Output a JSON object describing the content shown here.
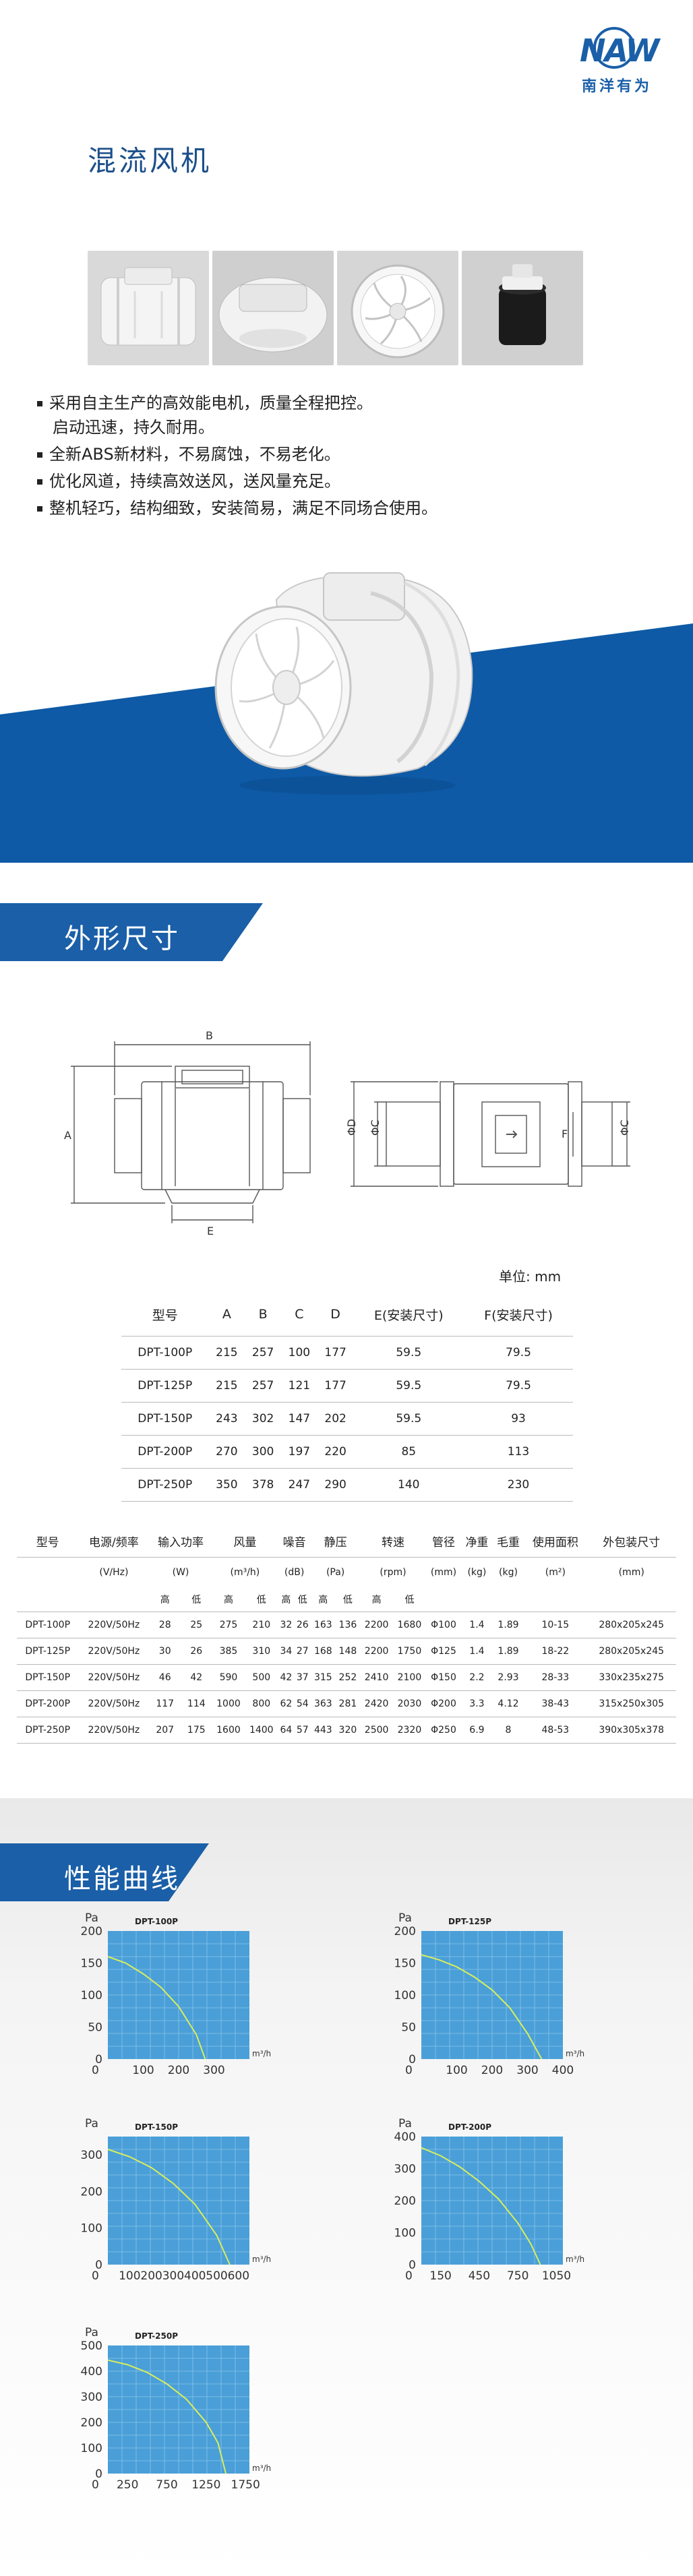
{
  "brand": {
    "logo_text": "NAW",
    "name": "南洋有为",
    "color": "#1a5fa8"
  },
  "title": "混流风机",
  "photos": [
    "fan-side-view",
    "fan-top-view",
    "fan-impeller-view",
    "fan-motor-view"
  ],
  "features": [
    "采用自主生产的高效能电机，质量全程把控。",
    "启动迅速，持久耐用。",
    "全新ABS新材料，不易腐蚀，不易老化。",
    "优化风道，持续高效送风，送风量充足。",
    "整机轻巧，结构细致，安装简易，满足不同场合使用。"
  ],
  "dimensions": {
    "section_title": "外形尺寸",
    "labels": {
      "A": "A",
      "B": "B",
      "C": "ΦC",
      "D": "ΦD",
      "E": "E",
      "F": "F"
    },
    "unit": "单位: mm",
    "headers": [
      "型号",
      "A",
      "B",
      "C",
      "D",
      "E(安装尺寸)",
      "F(安装尺寸)"
    ],
    "rows": [
      [
        "DPT-100P",
        "215",
        "257",
        "100",
        "177",
        "59.5",
        "79.5"
      ],
      [
        "DPT-125P",
        "215",
        "257",
        "121",
        "177",
        "59.5",
        "79.5"
      ],
      [
        "DPT-150P",
        "243",
        "302",
        "147",
        "202",
        "59.5",
        "93"
      ],
      [
        "DPT-200P",
        "270",
        "300",
        "197",
        "220",
        "85",
        "113"
      ],
      [
        "DPT-250P",
        "350",
        "378",
        "247",
        "290",
        "140",
        "230"
      ]
    ]
  },
  "specs": {
    "headers": [
      "型号",
      "电源/频率",
      "输入功率",
      "风量",
      "噪音",
      "静压",
      "转速",
      "管径",
      "净重",
      "毛重",
      "使用面积",
      "外包装尺寸"
    ],
    "units": [
      "",
      "(V/Hz)",
      "(W)",
      "(m³/h)",
      "(dB)",
      "(Pa)",
      "(rpm)",
      "(mm)",
      "(kg)",
      "(kg)",
      "(m²)",
      "(mm)"
    ],
    "sub": {
      "high": "高",
      "low": "低"
    },
    "rows": [
      [
        "DPT-100P",
        "220V/50Hz",
        "28",
        "25",
        "275",
        "210",
        "32",
        "26",
        "163",
        "136",
        "2200",
        "1680",
        "Φ100",
        "1.4",
        "1.89",
        "10-15",
        "280x205x245"
      ],
      [
        "DPT-125P",
        "220V/50Hz",
        "30",
        "26",
        "385",
        "310",
        "34",
        "27",
        "168",
        "148",
        "2200",
        "1750",
        "Φ125",
        "1.4",
        "1.89",
        "18-22",
        "280x205x245"
      ],
      [
        "DPT-150P",
        "220V/50Hz",
        "46",
        "42",
        "590",
        "500",
        "42",
        "37",
        "315",
        "252",
        "2410",
        "2100",
        "Φ150",
        "2.2",
        "2.93",
        "28-33",
        "330x235x275"
      ],
      [
        "DPT-200P",
        "220V/50Hz",
        "117",
        "114",
        "1000",
        "800",
        "62",
        "54",
        "363",
        "281",
        "2420",
        "2030",
        "Φ200",
        "3.3",
        "4.12",
        "38-43",
        "315x250x305"
      ],
      [
        "DPT-250P",
        "220V/50Hz",
        "207",
        "175",
        "1600",
        "1400",
        "64",
        "57",
        "443",
        "320",
        "2500",
        "2320",
        "Φ250",
        "6.9",
        "8",
        "48-53",
        "390x305x378"
      ]
    ]
  },
  "performance": {
    "section_title": "性能曲线"
  },
  "chart_data": [
    {
      "type": "line",
      "title": "DPT-100P",
      "ylabel": "Pa",
      "xlabel": "m³/h",
      "xlim": [
        0,
        400
      ],
      "ylim": [
        0,
        200
      ],
      "xticks": [
        0,
        100,
        200,
        300
      ],
      "yticks": [
        0,
        50,
        100,
        150,
        200
      ],
      "series": [
        {
          "x": [
            0,
            50,
            100,
            150,
            200,
            250,
            275
          ],
          "y": [
            160,
            150,
            133,
            112,
            82,
            38,
            0
          ]
        }
      ]
    },
    {
      "type": "line",
      "title": "DPT-125P",
      "ylabel": "Pa",
      "xlabel": "m³/h",
      "xlim": [
        0,
        400
      ],
      "ylim": [
        0,
        200
      ],
      "xticks": [
        0,
        100,
        200,
        300,
        400
      ],
      "yticks": [
        0,
        50,
        100,
        150,
        200
      ],
      "series": [
        {
          "x": [
            0,
            50,
            100,
            150,
            200,
            250,
            300,
            340
          ],
          "y": [
            163,
            155,
            144,
            128,
            108,
            80,
            40,
            0
          ]
        }
      ]
    },
    {
      "type": "line",
      "title": "DPT-150P",
      "ylabel": "Pa",
      "xlabel": "m³/h",
      "xlim": [
        0,
        650
      ],
      "ylim": [
        0,
        350
      ],
      "xticks": [
        0,
        100,
        200,
        300,
        400,
        500,
        600
      ],
      "yticks": [
        0,
        100,
        200,
        300
      ],
      "series": [
        {
          "x": [
            0,
            100,
            200,
            300,
            400,
            500,
            560
          ],
          "y": [
            315,
            295,
            265,
            222,
            165,
            80,
            0
          ]
        }
      ]
    },
    {
      "type": "line",
      "title": "DPT-200P",
      "ylabel": "Pa",
      "xlabel": "m³/h",
      "xlim": [
        0,
        1100
      ],
      "ylim": [
        0,
        400
      ],
      "xticks": [
        0,
        150,
        450,
        750,
        1050
      ],
      "yticks": [
        0,
        100,
        200,
        300,
        400
      ],
      "series": [
        {
          "x": [
            0,
            150,
            300,
            450,
            600,
            750,
            850,
            925
          ],
          "y": [
            365,
            340,
            305,
            260,
            205,
            130,
            65,
            0
          ]
        }
      ]
    },
    {
      "type": "line",
      "title": "DPT-250P",
      "ylabel": "Pa",
      "xlabel": "m³/h",
      "xlim": [
        0,
        1800
      ],
      "ylim": [
        0,
        500
      ],
      "xticks": [
        0,
        250,
        750,
        1250,
        1750
      ],
      "yticks": [
        0,
        100,
        200,
        300,
        400,
        500
      ],
      "series": [
        {
          "x": [
            0,
            250,
            500,
            750,
            1000,
            1250,
            1400,
            1500
          ],
          "y": [
            443,
            425,
            395,
            350,
            290,
            200,
            120,
            0
          ]
        }
      ]
    }
  ]
}
